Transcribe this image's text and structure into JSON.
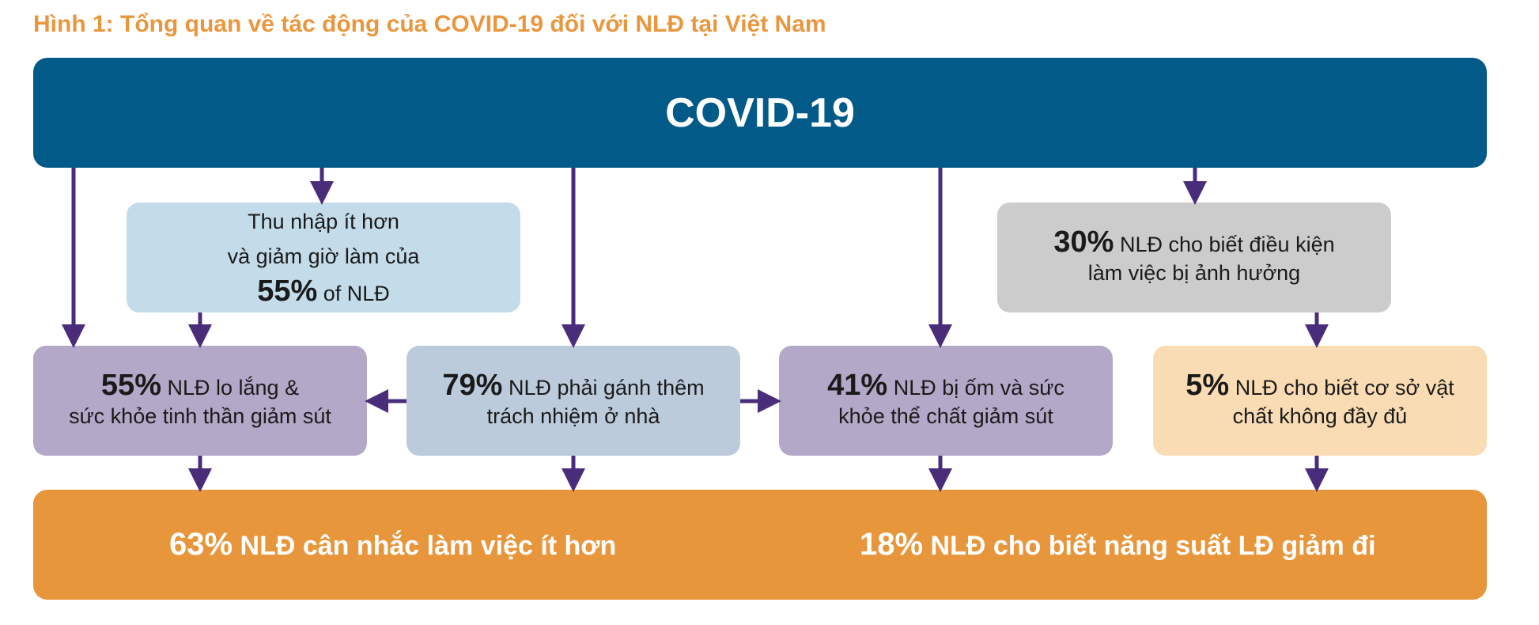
{
  "title": "Hình 1: Tổng quan về tác động của COVID-19 đối với NLĐ tại Việt Nam",
  "covid": {
    "label": "COVID-19"
  },
  "income": {
    "line1": "Thu nhập ít hơn",
    "line2": "và giảm giờ làm của",
    "pct": "55%",
    "rest": " of NLĐ"
  },
  "conditions": {
    "pct": "30%",
    "line1": " NLĐ cho biết điều kiện",
    "line2": "làm việc bị ảnh hưởng"
  },
  "anxiety": {
    "pct": "55%",
    "line1": " NLĐ lo lắng &",
    "line2": "sức khỏe tinh thần giảm sút"
  },
  "home": {
    "pct": "79%",
    "line1": " NLĐ phải gánh thêm",
    "line2": "trách nhiệm ở nhà"
  },
  "illness": {
    "pct": "41%",
    "line1": " NLĐ bị ốm và sức",
    "line2": "khỏe thể chất giảm sút"
  },
  "facilities": {
    "pct": "5%",
    "line1": " NLĐ cho biết cơ sở vật",
    "line2": "chất không đầy đủ"
  },
  "outcome_left": {
    "pct": "63%",
    "text": " NLĐ cân nhắc làm việc ít hơn"
  },
  "outcome_right": {
    "pct": "18%",
    "text": " NLĐ cho biết năng suất LĐ giảm đi"
  },
  "colors": {
    "title": "#e9973f",
    "covid": "#025a88",
    "arrow": "#4a2d7a",
    "income": "#c4dcea",
    "conditions": "#cccccc",
    "anxiety": "#b4a8c8",
    "home": "#bccbdc",
    "illness": "#b4a8c8",
    "facilities": "#f9dcb4",
    "outcome": "#e8963c"
  }
}
